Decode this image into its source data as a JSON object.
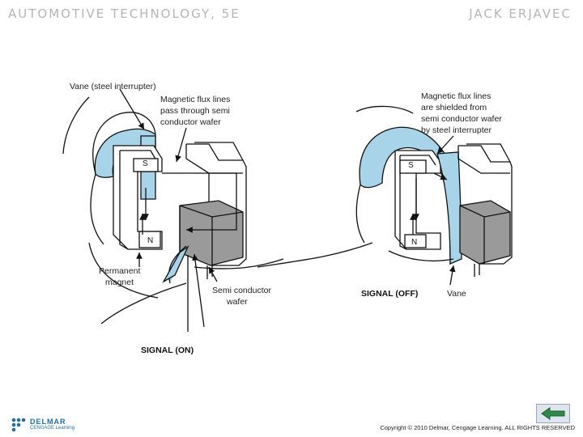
{
  "header": {
    "left_title": "AUTOMOTIVE TECHNOLOGY, 5E",
    "right_title": "JACK ERJAVEC"
  },
  "diagram": {
    "left": {
      "vane_label": "Vane (steel interrupter)",
      "flux_label": [
        "Magnetic flux lines",
        "pass through semi",
        "conductor wafer"
      ],
      "pole_s": "S",
      "pole_n": "N",
      "magnet_label": [
        "Permanent",
        "magnet"
      ],
      "wafer_label": [
        "Semi conductor",
        "wafer"
      ],
      "signal_label": "SIGNAL (ON)"
    },
    "right": {
      "flux_label": [
        "Magnetic flux lines",
        "are shielded from",
        "semi conductor wafer",
        "by steel interrupter"
      ],
      "pole_s": "S",
      "pole_n": "N",
      "signal_label": "SIGNAL (OFF)",
      "vane_label": "Vane"
    },
    "colors": {
      "vane_blue": "#a8d4ea",
      "wafer_gray": "#9a9a9a"
    }
  },
  "footer": {
    "logo_line1": "DELMAR",
    "logo_line2": "CENGAGE Learning",
    "copyright": "Copyright © 2010 Delmar, Cengage Learning. ALL RIGHTS RESERVED"
  },
  "nav": {
    "back_icon": "back-arrow-icon"
  }
}
